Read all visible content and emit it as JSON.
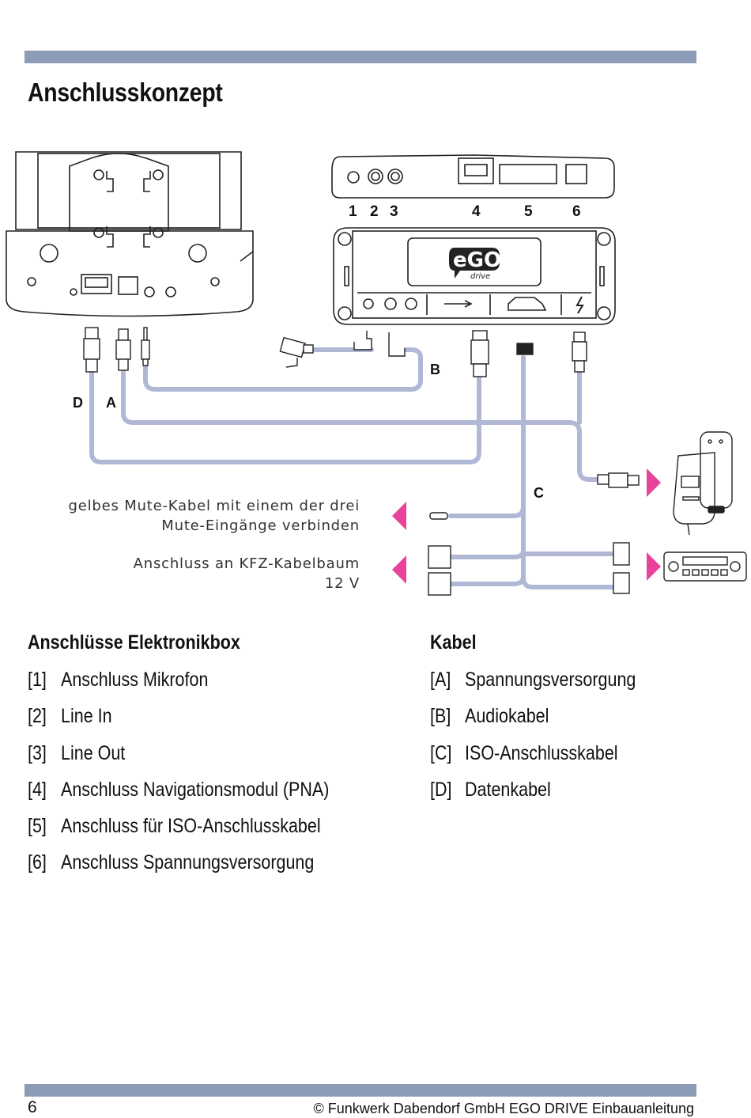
{
  "header": {
    "title": "Anschlusskonzept"
  },
  "diagram": {
    "port_numbers": [
      "1",
      "2",
      "3",
      "4",
      "5",
      "6"
    ],
    "cable_labels": {
      "A": "A",
      "B": "B",
      "C": "C",
      "D": "D"
    },
    "logo_text": "eGO",
    "logo_subtext": "drive",
    "notes": {
      "mute_line1": "gelbes Mute-Kabel mit einem der drei",
      "mute_line2": "Mute-Eingänge verbinden",
      "kfz_line1": "Anschluss an KFZ-Kabelbaum",
      "kfz_line2": "12 V"
    },
    "colors": {
      "cable": "#b1b8d6",
      "arrow": "#e8429a",
      "bar": "#8c9cb8"
    }
  },
  "connections": {
    "heading": "Anschlüsse Elektronikbox",
    "items": [
      {
        "key": "[1]",
        "text": "Anschluss Mikrofon"
      },
      {
        "key": "[2]",
        "text": "Line In"
      },
      {
        "key": "[3]",
        "text": "Line Out"
      },
      {
        "key": "[4]",
        "text": "Anschluss Navigationsmodul (PNA)"
      },
      {
        "key": "[5]",
        "text": "Anschluss für ISO-Anschlusskabel"
      },
      {
        "key": "[6]",
        "text": "Anschluss Spannungsversorgung"
      }
    ]
  },
  "cables": {
    "heading": "Kabel",
    "items": [
      {
        "key": "[A]",
        "text": "Spannungsversorgung"
      },
      {
        "key": "[B]",
        "text": "Audiokabel"
      },
      {
        "key": "[C]",
        "text": "ISO-Anschlusskabel"
      },
      {
        "key": "[D]",
        "text": "Datenkabel"
      }
    ]
  },
  "footer": {
    "page_number": "6",
    "text": "© Funkwerk Dabendorf GmbH    EGO DRIVE Einbauanleitung"
  }
}
